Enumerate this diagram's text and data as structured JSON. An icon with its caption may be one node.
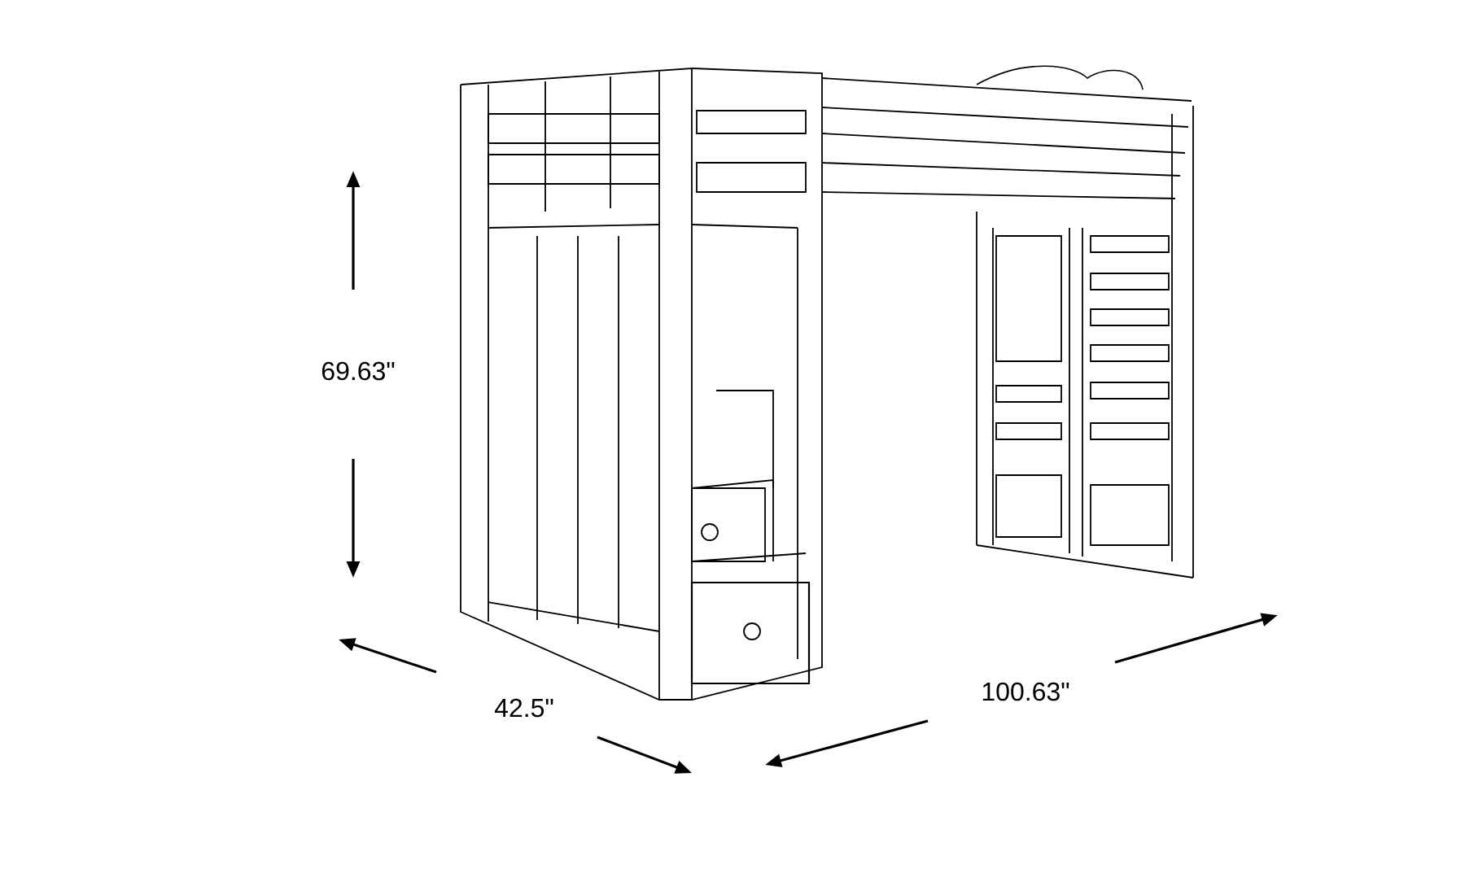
{
  "diagram": {
    "labels": [
      "69.63\"",
      "42.5\"",
      "100.63\""
    ]
  }
}
